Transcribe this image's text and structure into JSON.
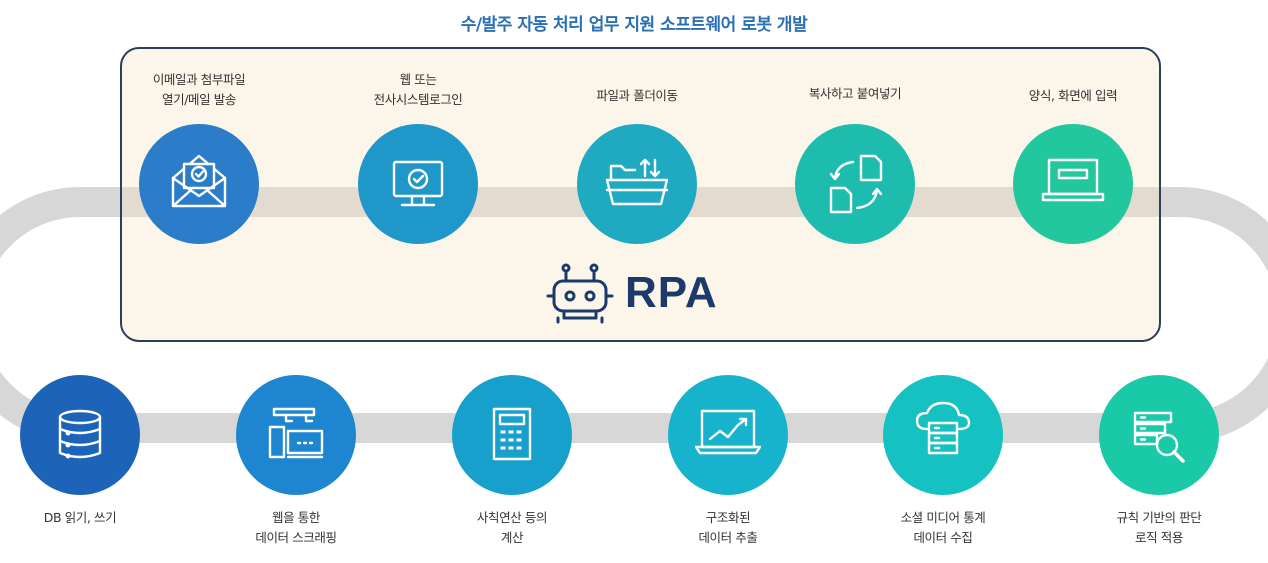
{
  "title": "수/발주 자동 처리 업무 지원 소프트웨어 로봇 개발",
  "center_label": "RPA",
  "colors": {
    "track": "#d7d7d7",
    "panel_bg": "#fbf5ea",
    "panel_border": "#2b3f59",
    "title": "#2a6fb5",
    "rpa_text": "#1b3a6b"
  },
  "top_steps": [
    {
      "lines": [
        "이메일과 첨부파일",
        "열기/메일 발송"
      ],
      "icon": "envelope-check-icon",
      "color": "#2b7cc9"
    },
    {
      "lines": [
        "웹 또는",
        "전사시스템로그인"
      ],
      "icon": "monitor-check-icon",
      "color": "#1f97c9"
    },
    {
      "lines": [
        "파일과 폴더이동"
      ],
      "icon": "folder-move-icon",
      "color": "#20aac2"
    },
    {
      "lines": [
        "복사하고 붙여넣기"
      ],
      "icon": "copy-paste-icon",
      "color": "#1ebcae"
    },
    {
      "lines": [
        "양식, 화면에 입력"
      ],
      "icon": "laptop-form-icon",
      "color": "#22c79d"
    }
  ],
  "bottom_steps": [
    {
      "lines": [
        "DB 읽기, 쓰기"
      ],
      "icon": "database-icon",
      "color": "#1d63b8"
    },
    {
      "lines": [
        "웹을 통한",
        "데이터 스크래핑"
      ],
      "icon": "devices-icon",
      "color": "#1e85d0"
    },
    {
      "lines": [
        "사칙연산 등의",
        "계산"
      ],
      "icon": "calculator-icon",
      "color": "#17a0cc"
    },
    {
      "lines": [
        "구조화된",
        "데이터 추출"
      ],
      "icon": "chart-laptop-icon",
      "color": "#17b3cc"
    },
    {
      "lines": [
        "소셜 미디어 통계",
        "데이터 수집"
      ],
      "icon": "cloud-server-icon",
      "color": "#15c1c1"
    },
    {
      "lines": [
        "규칙 기반의 판단",
        "로직 적용"
      ],
      "icon": "server-search-icon",
      "color": "#19c9a8"
    }
  ]
}
